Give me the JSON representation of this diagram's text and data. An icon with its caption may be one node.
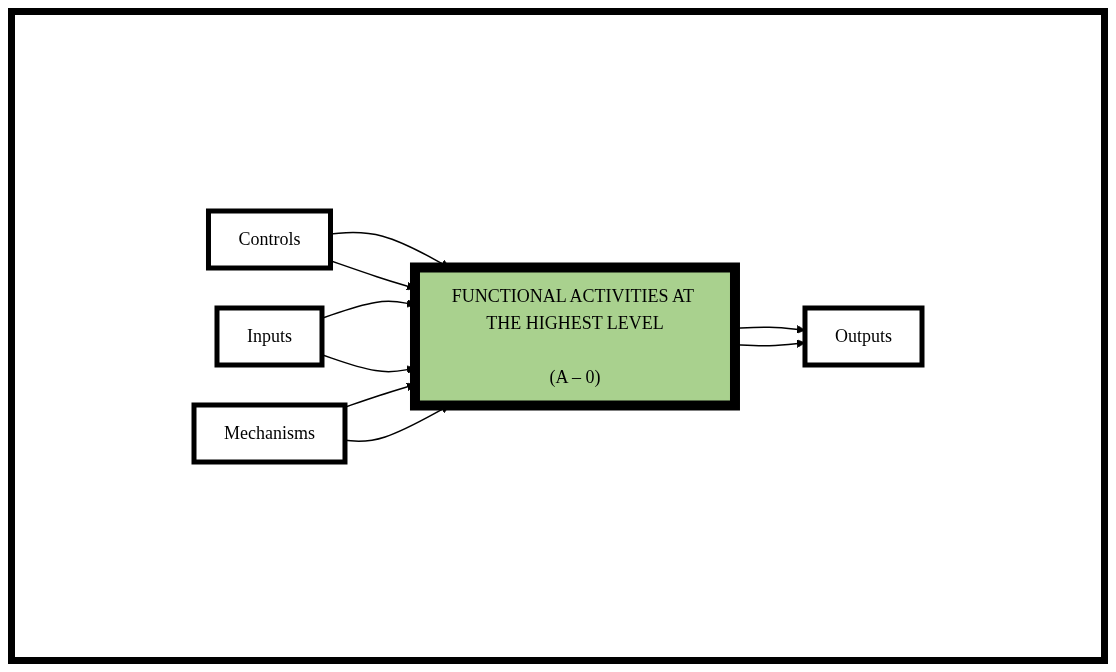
{
  "diagram": {
    "nodes": [
      {
        "text": [
          "Controls"
        ]
      },
      {
        "text": [
          "Inputs"
        ]
      },
      {
        "text": [
          "FUNCTIONAL ACTIVITIES AT THE HIGHEST LEVEL",
          "(A – 0)"
        ]
      },
      {
        "text": [
          "Outputs"
        ]
      },
      {
        "text": [
          "Mechanisms"
        ]
      }
    ],
    "edges": [
      {
        "from": 0,
        "to": 2,
        "arrow": "to"
      },
      {
        "from": 0,
        "to": 2,
        "arrow": "to"
      },
      {
        "from": 1,
        "to": 2,
        "arrow": "to"
      },
      {
        "from": 1,
        "to": 2,
        "arrow": "to"
      },
      {
        "from": 2,
        "to": 3,
        "arrow": "to"
      },
      {
        "from": 2,
        "to": 3,
        "arrow": "to"
      },
      {
        "from": 4,
        "to": 2,
        "arrow": "to"
      },
      {
        "from": 4,
        "to": 2,
        "arrow": "to"
      }
    ]
  }
}
